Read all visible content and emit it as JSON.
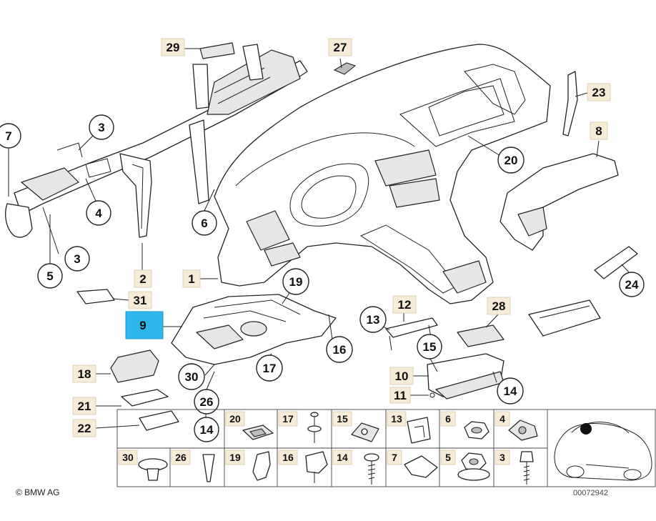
{
  "copyright": "© BMW AG",
  "diagram_number": "00072942",
  "highlighted_callout": "9",
  "callouts": {
    "c1": "1",
    "c2": "2",
    "c3a": "3",
    "c3b": "3",
    "c4": "4",
    "c5": "5",
    "c6": "6",
    "c7": "7",
    "c8": "8",
    "c9": "9",
    "c10": "10",
    "c11": "11",
    "c12": "12",
    "c13": "13",
    "c14a": "14",
    "c14b": "14",
    "c15": "15",
    "c16": "16",
    "c17": "17",
    "c18": "18",
    "c19": "19",
    "c20": "20",
    "c21": "21",
    "c22": "22",
    "c23": "23",
    "c24": "24",
    "c26": "26",
    "c27": "27",
    "c28": "28",
    "c29": "29",
    "c30": "30",
    "c31": "31"
  },
  "fastener_grid": {
    "top_row": [
      "20",
      "17",
      "15",
      "13",
      "6",
      "4"
    ],
    "bottom_row": [
      "30",
      "26",
      "19",
      "16",
      "14",
      "7",
      "5",
      "3"
    ]
  },
  "colors": {
    "highlight": "#2fb6ea",
    "label_bg": "#f7ecd7",
    "line": "#222222"
  }
}
